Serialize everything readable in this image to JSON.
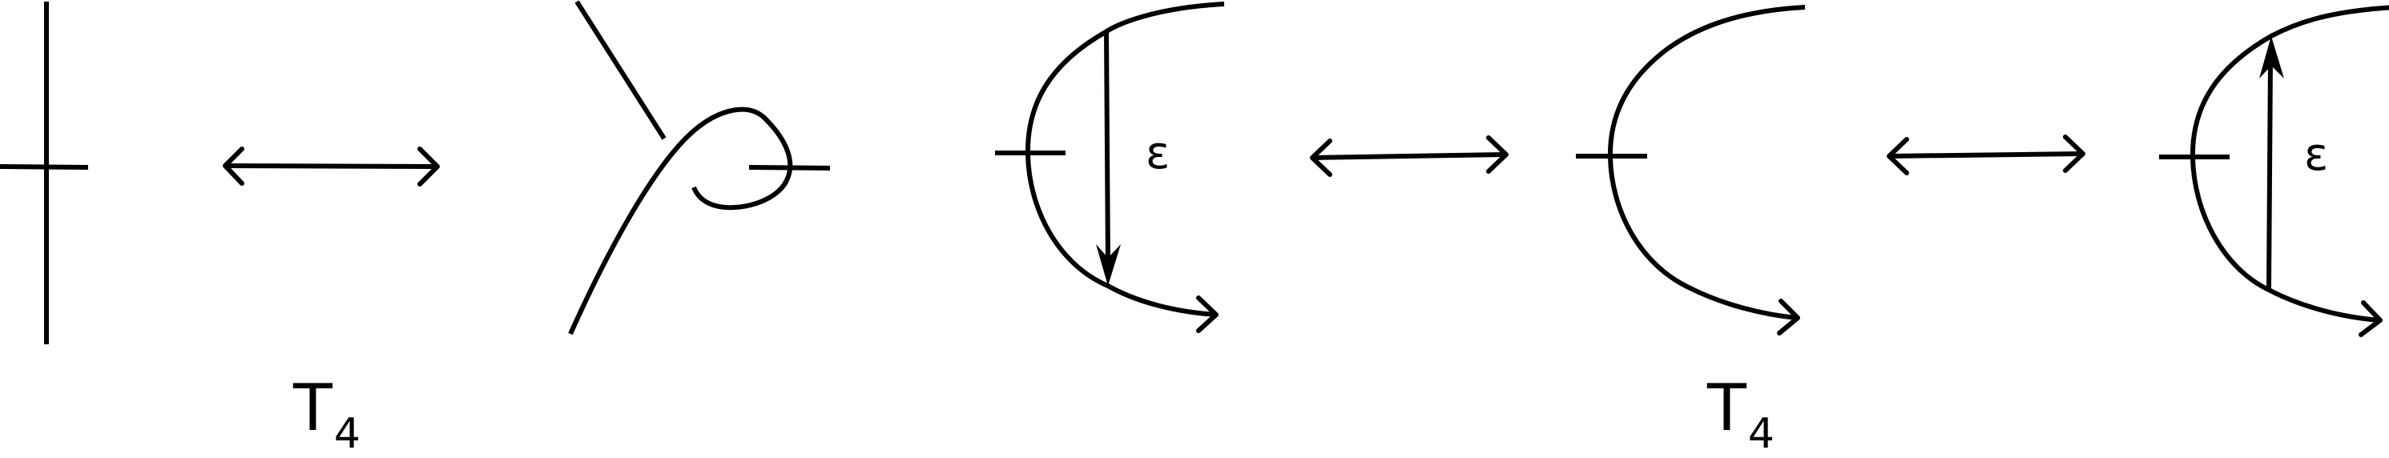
{
  "figure": {
    "description": "Sequence of knot diagram moves relating a crossing with a kink to arc diagrams with a signed chord",
    "stroke_color": "#000000",
    "background": "#ffffff",
    "panels": [
      {
        "id": "panel-1",
        "content": "straight strand crossed by a short transverse segment"
      },
      {
        "id": "panel-2",
        "content": "strand with a curl (Reidemeister kink) crossed by short transverse segment"
      },
      {
        "id": "panel-3",
        "content": "arc with transverse segment and downward chord labelled epsilon"
      },
      {
        "id": "panel-4",
        "content": "arc with transverse segment, no chord"
      },
      {
        "id": "panel-5",
        "content": "arc with transverse segment and upward chord labelled epsilon"
      }
    ],
    "moves": [
      {
        "id": "move-1",
        "symbol": "↔",
        "label_main": "T",
        "label_sub": "4"
      },
      {
        "id": "move-2",
        "symbol": "↔",
        "label_main": "",
        "label_sub": ""
      },
      {
        "id": "move-3",
        "symbol": "↔",
        "label_main": "",
        "label_sub": ""
      }
    ],
    "labels": {
      "t4_left_main": "T",
      "t4_left_sub": "4",
      "t4_right_main": "T",
      "t4_right_sub": "4",
      "epsilon_left": "ε",
      "epsilon_right": "ε"
    }
  }
}
